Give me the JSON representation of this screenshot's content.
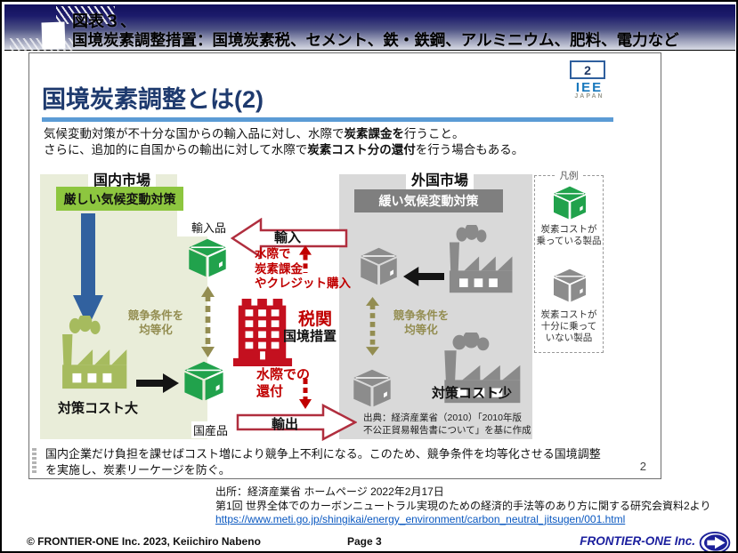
{
  "banner": {
    "line1": "図表３、",
    "line2": "国境炭素調整措置：国境炭素税、セメント、鉄・鉄鋼、アルミニウム、肥料、電力など"
  },
  "slide": {
    "title": "国境炭素調整とは(2)",
    "logo": {
      "number": "2",
      "text": "IEE",
      "sub": "JAPAN"
    },
    "intro": {
      "l1_pre": "気候変動対策が不十分な国からの輸入品に対し、水際で",
      "l1_bold": "炭素課金を",
      "l1_post": "行うこと。",
      "l2_pre": "さらに、追加的に自国からの輸出に対して水際で",
      "l2_bold": "炭素コスト分の還付",
      "l2_post": "を行う場合もある。"
    },
    "page_number": "2"
  },
  "diagram": {
    "domestic": {
      "title": "国内市場",
      "policy": "厳しい気候変動対策",
      "import_goods_label": "輸入品",
      "equalize_line1": "競争条件を",
      "equalize_line2": "均等化",
      "cost_label": "対策コスト大",
      "domestic_goods_label": "国産品"
    },
    "foreign": {
      "title": "外国市場",
      "policy": "緩い気候変動対策",
      "equalize_line1": "競争条件を",
      "equalize_line2": "均等化",
      "cost_label": "対策コスト少",
      "source_line1": "出典：経済産業省（2010）「2010年版",
      "source_line2": "不公正貿易報告書について」を基に作成"
    },
    "border": {
      "import_arrow_label": "輸入",
      "export_arrow_label": "輸出",
      "levy_line1": "水際で",
      "levy_line2": "炭素課金",
      "levy_line3": "やクレジット購入",
      "customs": "税関",
      "border_measure": "国境措置",
      "refund_line1": "水際での",
      "refund_line2": "還付"
    },
    "legend": {
      "title": "凡例",
      "green_line1": "炭素コストが",
      "green_line2": "乗っている製品",
      "gray_line1": "炭素コストが",
      "gray_line2": "十分に乗って",
      "gray_line3": "いない製品"
    },
    "note_line1": "国内企業だけ負担を課せばコスト増により競争上不利になる。このため、競争条件を均等化させる国境調整",
    "note_line2": "を実施し、炭素リーケージを防ぐ。"
  },
  "source": {
    "line1": "出所：経済産業省  ホームページ  2022年2月17日",
    "line2": "第1回 世界全体でのカーボンニュートラル実現のための経済的手法等のあり方に関する研究会資料2より",
    "link": "https://www.meti.go.jp/shingikai/energy_environment/carbon_neutral_jitsugen/001.html"
  },
  "footer": {
    "copyright": "© FRONTIER-ONE Inc. 2023,  Keiichiro  Nabeno",
    "page": "Page 3",
    "brand": "FRONTIER-ONE Inc."
  },
  "icons": {
    "green_box": "carton-box-with-carbon-cost",
    "gray_box": "carton-box-without-carbon-cost",
    "factory": "factory-silhouette-with-smoke",
    "customs_building": "red-customs-building",
    "flow_arrows": "import-export-outline-arrows"
  },
  "colors": {
    "accent_blue": "#5b9bd5",
    "title_navy": "#1e3a6e",
    "green_bar": "#8dc63f",
    "panel_green": "#e9edd9",
    "panel_gray": "#d9d9d9",
    "dark_gray_bar": "#7f7f7f",
    "red": "#c00000",
    "crimson_border": "#b02e3e",
    "olive": "#938d51",
    "cube_green": "#21a24c",
    "cube_gray": "#8c8c8c",
    "blue_arrow": "#31619f",
    "link_blue": "#0a58c0",
    "brand_navy": "#1b1f9e"
  }
}
